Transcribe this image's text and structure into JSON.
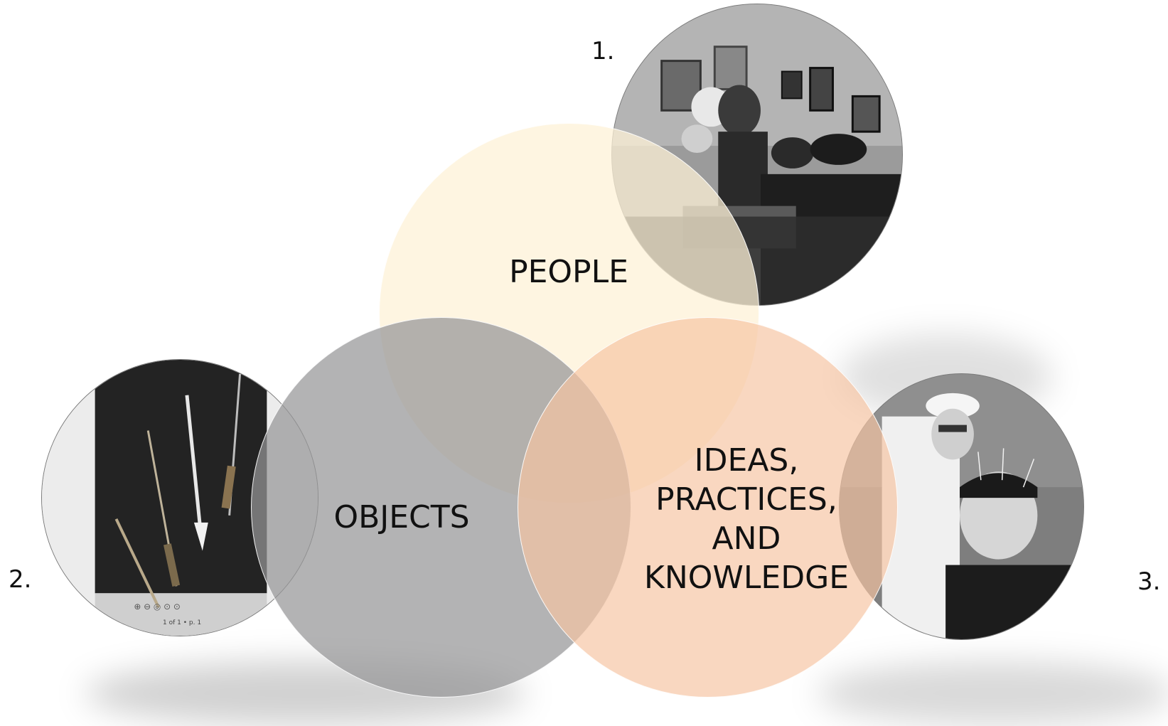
{
  "diagram": {
    "circles": [
      {
        "label": "PEOPLE",
        "color": "#fdf2d6"
      },
      {
        "label": "OBJECTS",
        "color": "#aeadaf"
      },
      {
        "label": "IDEAS,\nPRACTICES,\nAND\nKNOWLEDGE",
        "color": "#f8cfb4"
      }
    ],
    "photo_numbers": [
      "1.",
      "2.",
      "3."
    ],
    "photo2_toolbar": {
      "caption": "1 of 1 • p. 1"
    }
  }
}
